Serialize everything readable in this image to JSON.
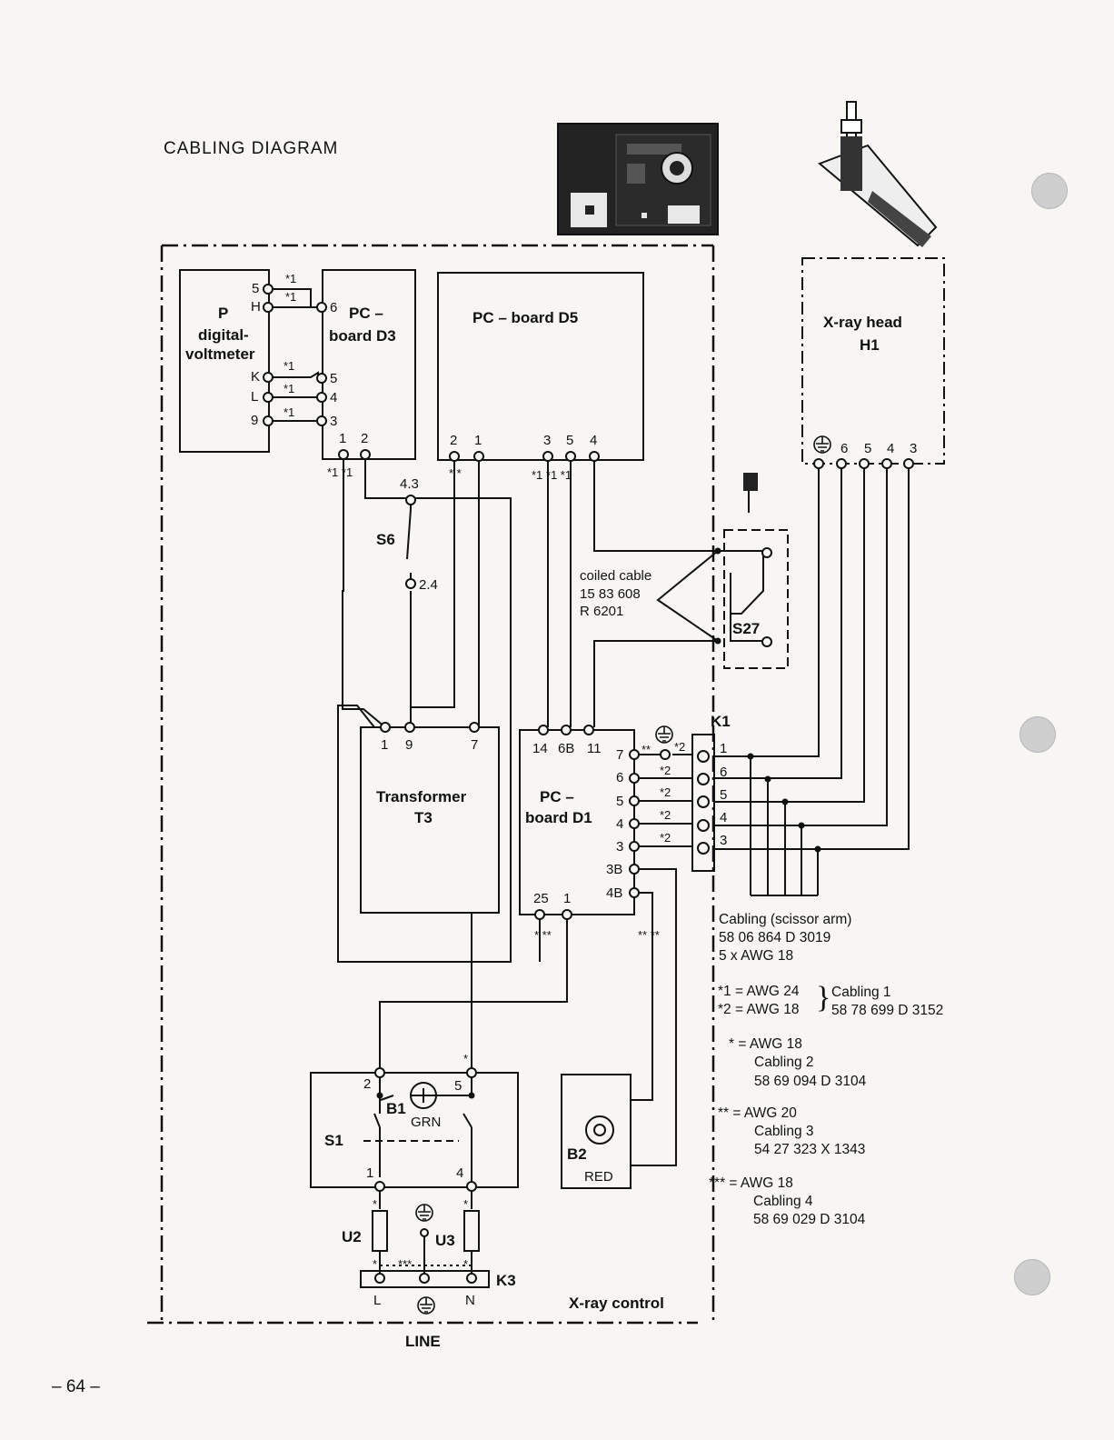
{
  "title": "CABLING DIAGRAM",
  "page_number": "– 64 –",
  "blocks": {
    "voltmeter": {
      "line1": "P",
      "line2": "digital-",
      "line3": "voltmeter"
    },
    "d3": {
      "line1": "PC –",
      "line2": "board D3"
    },
    "d5": {
      "line1": "PC – board D5"
    },
    "xray_head": {
      "line1": "X-ray head",
      "line2": "H1"
    },
    "transformer": {
      "line1": "Transformer",
      "line2": "T3"
    },
    "d1": {
      "line1": "PC –",
      "line2": "board D1"
    },
    "switch_s6": "S6",
    "switch_s27": "S27",
    "switch_s1": "S1",
    "b1": "B1",
    "b1_color": "GRN",
    "b2": "B2",
    "b2_color": "RED",
    "u2": "U2",
    "u3": "U3",
    "k1": "K1",
    "k3": "K3",
    "xray_control": "X-ray control",
    "line": "LINE"
  },
  "terminals": {
    "voltmeter": [
      "5",
      "H",
      "K",
      "L",
      "9"
    ],
    "d3_right": [
      "6",
      "5",
      "4",
      "3"
    ],
    "d3_bottom": [
      "1",
      "2"
    ],
    "d5_bottom": [
      "2",
      "1",
      "3",
      "5",
      "4"
    ],
    "xray_head": [
      "6",
      "5",
      "4",
      "3"
    ],
    "s6": [
      "4.3",
      "2.4"
    ],
    "transformer": [
      "1",
      "9",
      "7"
    ],
    "d1_top": [
      "14",
      "6B",
      "11"
    ],
    "d1_right": [
      "7",
      "6",
      "5",
      "4",
      "3",
      "3B",
      "4B"
    ],
    "d1_bottom": [
      "25",
      "1"
    ],
    "k1": [
      "1",
      "6",
      "5",
      "4",
      "3"
    ],
    "s1": [
      "2",
      "5",
      "1",
      "4"
    ],
    "k3": [
      "L",
      "N"
    ]
  },
  "wire_marks": {
    "m1": "*1",
    "m2": "*2",
    "star": "*",
    "dstar": "**",
    "tstar": "***",
    "d5_marks": "*1 *1 *1",
    "d3_marks": "*1 *1",
    "pair_star": "*  *",
    "d1_bottom_marks": "* **",
    "d1_side_marks": "** **"
  },
  "coiled_cable": {
    "line1": "coiled cable",
    "line2": "15 83 608",
    "line3": "R 6201"
  },
  "scissor_cabling": {
    "line1": "Cabling (scissor arm)",
    "line2": "58 06 864 D 3019",
    "line3": "5 x AWG 18"
  },
  "legend": {
    "l1": "*1 = AWG 24",
    "l2": "*2 = AWG 18",
    "cabling1_name": "Cabling 1",
    "cabling1_code": "58 78 699  D 3152",
    "l3": "* = AWG 18",
    "cabling2_name": "Cabling 2",
    "cabling2_code": "58 69 094  D 3104",
    "l4": "** = AWG 20",
    "cabling3_name": "Cabling 3",
    "cabling3_code": "54 27 323  X 1343",
    "l5": "*** = AWG 18",
    "cabling4_name": "Cabling 4",
    "cabling4_code": "58 69 029  D 3104"
  }
}
